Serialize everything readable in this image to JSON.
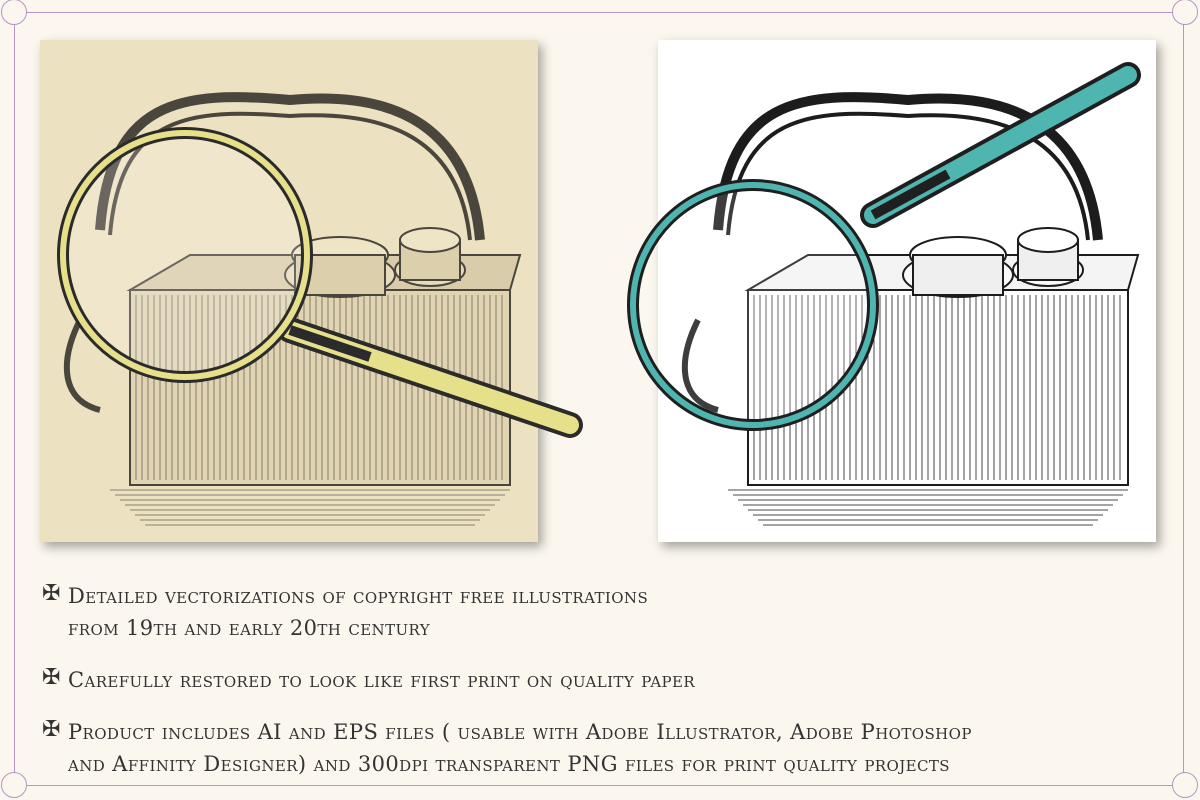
{
  "bullet_glyph": "✠",
  "colors": {
    "frame": "#b796c2",
    "page_background": "#fbf7ee",
    "aged_paper": "#ece1c1",
    "left_magnifier_rim": "#e7e08a",
    "right_magnifier_rim": "#4fb5b0",
    "ink": "#2b2b2b"
  },
  "panels": [
    {
      "name": "original-scan",
      "background": "aged-paper",
      "magnifier_color": "yellow"
    },
    {
      "name": "restored-vector",
      "background": "white",
      "magnifier_color": "teal"
    }
  ],
  "features": [
    {
      "text": "Detailed vectorizations of copyright free illustrations\nfrom 19th and early 20th century"
    },
    {
      "text": "Carefully restored to look like first print on quality paper"
    },
    {
      "text": "Product includes AI and EPS files ( usable with Adobe Illustrator, Adobe Photoshop\nand Affinity Designer) and 300dpi transparent PNG files for print quality projects"
    }
  ]
}
